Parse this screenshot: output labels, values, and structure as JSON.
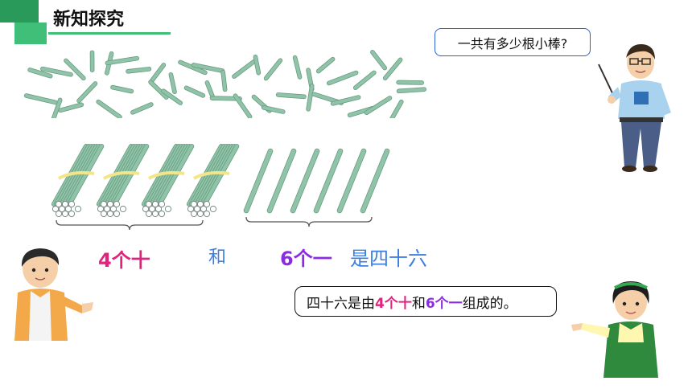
{
  "header": {
    "title": "新知探究"
  },
  "teacher": {
    "question": "一共有多少根小棒?"
  },
  "labels": {
    "tens": "4个十",
    "and": "和",
    "ones": "6个一",
    "result": "是四十六"
  },
  "girl": {
    "s1": "四十六是由",
    "tens": "4个十",
    "s2": "和",
    "ones": "6个一",
    "s3": "组成的。"
  },
  "colors": {
    "accent_green": "#3fbf78",
    "stick": "#8fc4a8",
    "tens_color": "#e0237c",
    "ones_color": "#8b2be2",
    "blue_text": "#3b7fe0"
  }
}
